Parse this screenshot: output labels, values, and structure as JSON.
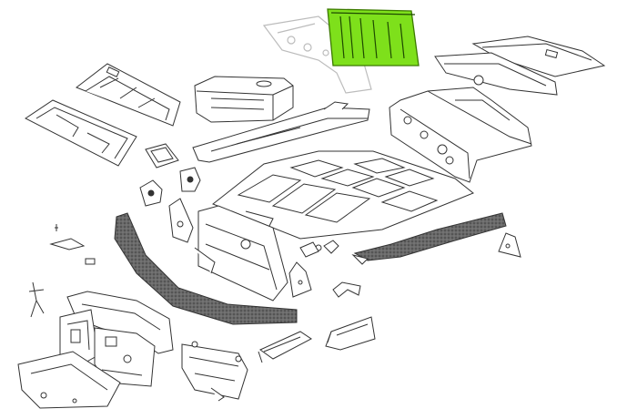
{
  "diagram": {
    "highlighted_part": "rear-seat-back-panel",
    "colors": {
      "line": "#333333",
      "faded_line": "#bcbcbc",
      "highlight_fill": "#7ee01b",
      "highlight_stroke": "#3c7a00",
      "foam": "#5a5a5a"
    },
    "parts": [
      {
        "id": "rear-seat-back-panel",
        "highlighted": true
      },
      {
        "id": "parcel-shelf-panel",
        "faded": true
      },
      {
        "id": "fuel-tank"
      },
      {
        "id": "front-floor-pan-left"
      },
      {
        "id": "front-floor-pan-left-lower"
      },
      {
        "id": "center-tunnel"
      },
      {
        "id": "main-floor-assembly"
      },
      {
        "id": "rear-floor-upper"
      },
      {
        "id": "rear-crossmember-panel"
      },
      {
        "id": "firewall-bulkhead"
      },
      {
        "id": "front-crossmember-foam"
      },
      {
        "id": "right-sill-foam"
      },
      {
        "id": "front-bulkhead-lower"
      },
      {
        "id": "small-bracket-left"
      },
      {
        "id": "small-bracket-right"
      },
      {
        "id": "square-cover-plate"
      },
      {
        "id": "jack-point-bracket"
      },
      {
        "id": "hinge-bracket"
      },
      {
        "id": "clip-bracket"
      },
      {
        "id": "wheel-arch-left"
      },
      {
        "id": "wheel-arch-right-inner"
      },
      {
        "id": "front-panel-left"
      },
      {
        "id": "front-panel-center"
      },
      {
        "id": "lower-tray"
      },
      {
        "id": "rear-corner-bracket"
      },
      {
        "id": "rail-section"
      },
      {
        "id": "small-gusset"
      },
      {
        "id": "pin-clip"
      }
    ]
  }
}
